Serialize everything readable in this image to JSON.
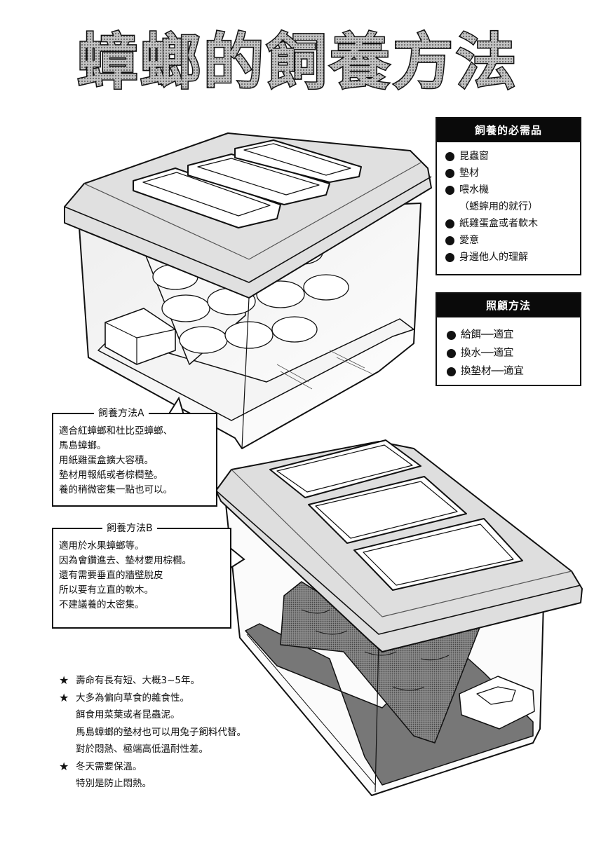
{
  "page": {
    "title": "蟑螂的飼養方法"
  },
  "supplies_panel": {
    "header": "飼養的必需品",
    "items": [
      {
        "text": "昆蟲窗",
        "bullet": true
      },
      {
        "text": "墊材",
        "bullet": true
      },
      {
        "text": "喂水機",
        "bullet": true
      },
      {
        "text": "（蟋蟀用的就行）",
        "bullet": false
      },
      {
        "text": "紙雞蛋盒或者軟木",
        "bullet": true
      },
      {
        "text": "愛意",
        "bullet": true
      },
      {
        "text": "身邊他人的理解",
        "bullet": true
      }
    ]
  },
  "care_panel": {
    "header": "照顧方法",
    "items": [
      {
        "text": "給餌──適宜"
      },
      {
        "text": "換水──適宜"
      },
      {
        "text": "換墊材──適宜"
      }
    ]
  },
  "method_a": {
    "title": "飼養方法A",
    "lines": [
      "適合紅蟑螂和杜比亞蟑螂、",
      "馬島蟑螂。",
      "用紙雞蛋盒擴大容積。",
      "墊材用報紙或者棕櫚墊。",
      "養的稍微密集一點也可以。"
    ]
  },
  "method_b": {
    "title": "飼養方法B",
    "lines": [
      "適用於水果蟑螂等。",
      "因為會鑽進去、墊材要用棕櫚。",
      "還有需要垂直的牆壁脫皮",
      "所以要有立直的軟木。",
      "不建議養的太密集。"
    ]
  },
  "notes": [
    {
      "text": "壽命有長有短、大概3~5年。",
      "star": true
    },
    {
      "text": "大多為偏向草食的雜食性。",
      "star": true
    },
    {
      "text": "餌食用菜葉或者昆蟲泥。",
      "star": false
    },
    {
      "text": "馬島蟑螂的墊材也可以用兔子飼料代替。",
      "star": false
    },
    {
      "text": "對於悶熱、極端高低溫耐性差。",
      "star": false
    },
    {
      "text": "冬天需要保溫。",
      "star": true
    },
    {
      "text": "特別是防止悶熱。",
      "star": false
    }
  ],
  "icons": {
    "bullet": "filled-circle",
    "note_marker": "★"
  },
  "colors": {
    "panel_header_bg": "#0a0a0a",
    "panel_header_text": "#ffffff",
    "ink": "#111111",
    "title_fill": "#a8a8a8",
    "lid_tone": "#d9d9d9",
    "substrate_tone": "#6e6e6e",
    "cork_tone": "#9a9a9a"
  }
}
